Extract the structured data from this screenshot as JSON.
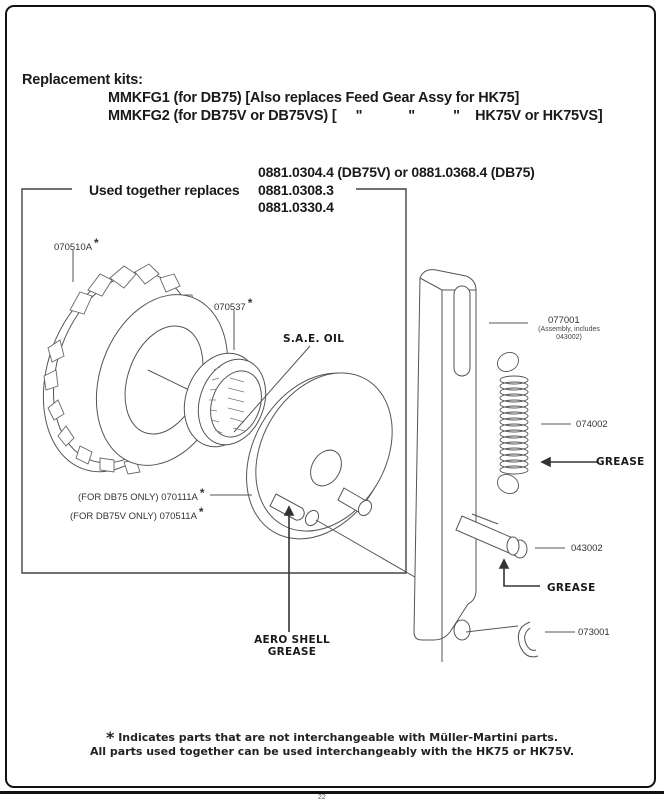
{
  "header": {
    "title": "Replacement kits:",
    "kits": [
      "MMKFG1 (for DB75) [Also replaces Feed Gear Assy for HK75]",
      "MMKFG2 (for DB75V or DB75VS) [     \"            \"          \"    HK75V or HK75VS]"
    ]
  },
  "replaces": {
    "label": "Used together replaces",
    "numbers": [
      "0881.0304.4 (DB75V) or 0881.0368.4 (DB75)",
      "0881.0308.3",
      "0881.0330.4"
    ]
  },
  "parts": {
    "gear": {
      "number": "070510A",
      "star": "*"
    },
    "bearing": {
      "number": "070537",
      "star": "*"
    },
    "plate_db75": {
      "prefix": "(FOR DB75 ONLY)",
      "number": "070111A",
      "star": "*"
    },
    "plate_db75v": {
      "prefix": "(FOR DB75V ONLY)",
      "number": "070511A",
      "star": "*"
    },
    "arm": {
      "number": "077001",
      "note_line1": "(Assembly, includes",
      "note_line2": "043002)"
    },
    "spring": {
      "number": "074002"
    },
    "pin": {
      "number": "043002"
    },
    "clip": {
      "number": "073001"
    }
  },
  "callouts": {
    "sae_oil": "S.A.E. OIL",
    "grease_spring": "GREASE",
    "grease_pin": "GREASE",
    "aero_shell_line1": "AERO SHELL",
    "aero_shell_line2": "GREASE"
  },
  "footer": {
    "star": "*",
    "line1": "Indicates parts that are not interchangeable with Müller-Martini parts.",
    "line2": "All parts used together can be used interchangeably with the HK75 or HK75V."
  },
  "page_number": "22"
}
